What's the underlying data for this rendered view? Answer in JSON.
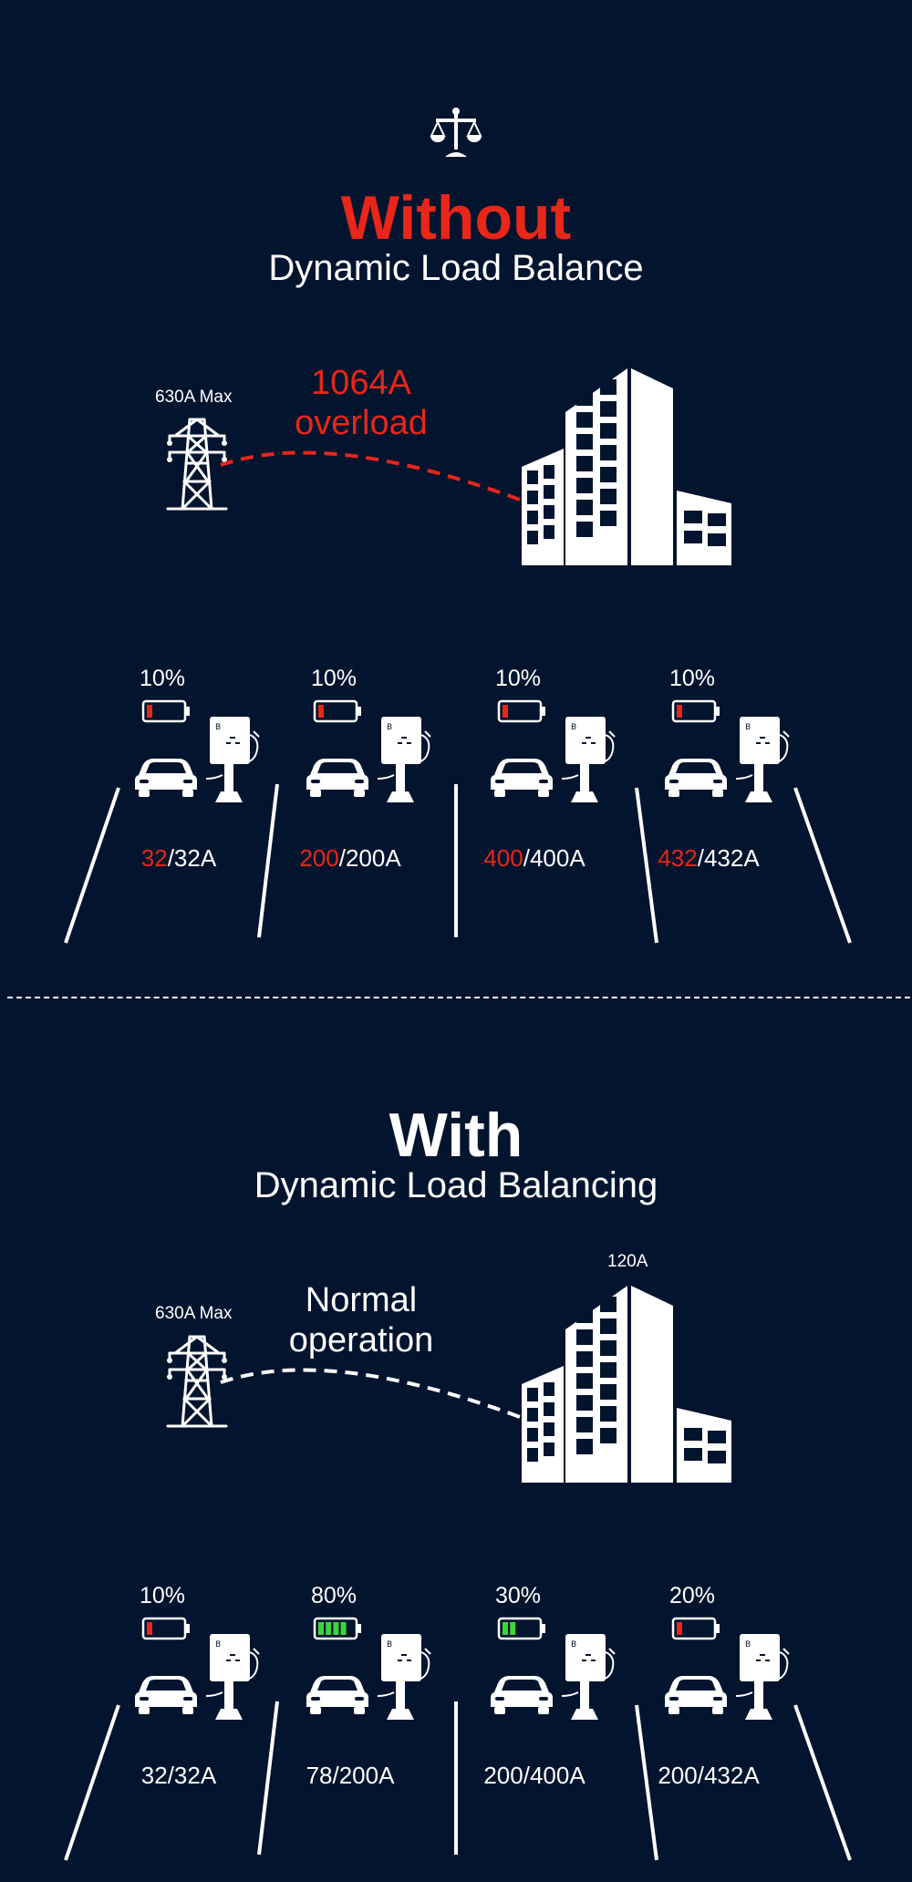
{
  "colors": {
    "background": "#03142e",
    "red": "#e8261a",
    "white": "#ffffff",
    "green": "#3ad63a"
  },
  "without": {
    "title": "Without",
    "subtitle": "Dynamic Load Balance",
    "grid_label": "630A Max",
    "status_line1": "1064A",
    "status_line2": "overload",
    "stations": [
      {
        "battery_pct": "10%",
        "battery_level": 0.1,
        "battery_color": "#e8261a",
        "used": "32",
        "max": "/32A"
      },
      {
        "battery_pct": "10%",
        "battery_level": 0.1,
        "battery_color": "#e8261a",
        "used": "200",
        "max": "/200A"
      },
      {
        "battery_pct": "10%",
        "battery_level": 0.1,
        "battery_color": "#e8261a",
        "used": "400",
        "max": "/400A"
      },
      {
        "battery_pct": "10%",
        "battery_level": 0.1,
        "battery_color": "#e8261a",
        "used": "432",
        "max": "/432A"
      }
    ]
  },
  "with": {
    "title": "With",
    "subtitle": "Dynamic Load Balancing",
    "grid_label": "630A Max",
    "building_label": "120A",
    "status_line1": "Normal",
    "status_line2": "operation",
    "stations": [
      {
        "battery_pct": "10%",
        "battery_level": 0.1,
        "battery_color": "#e8261a",
        "used": "32",
        "max": "/32A"
      },
      {
        "battery_pct": "80%",
        "battery_level": 0.8,
        "battery_color": "#3ad63a",
        "used": "78",
        "max": "/200A"
      },
      {
        "battery_pct": "30%",
        "battery_level": 0.3,
        "battery_color": "#3ad63a",
        "used": "200",
        "max": "/400A"
      },
      {
        "battery_pct": "20%",
        "battery_level": 0.2,
        "battery_color": "#e8261a",
        "used": "200",
        "max": "/432A"
      }
    ]
  },
  "icons": {
    "header": "balance-scale-icon",
    "grid": "power-tower-icon",
    "building": "office-building-icon",
    "car": "car-icon",
    "charger": "ev-charger-icon",
    "battery": "battery-icon"
  }
}
